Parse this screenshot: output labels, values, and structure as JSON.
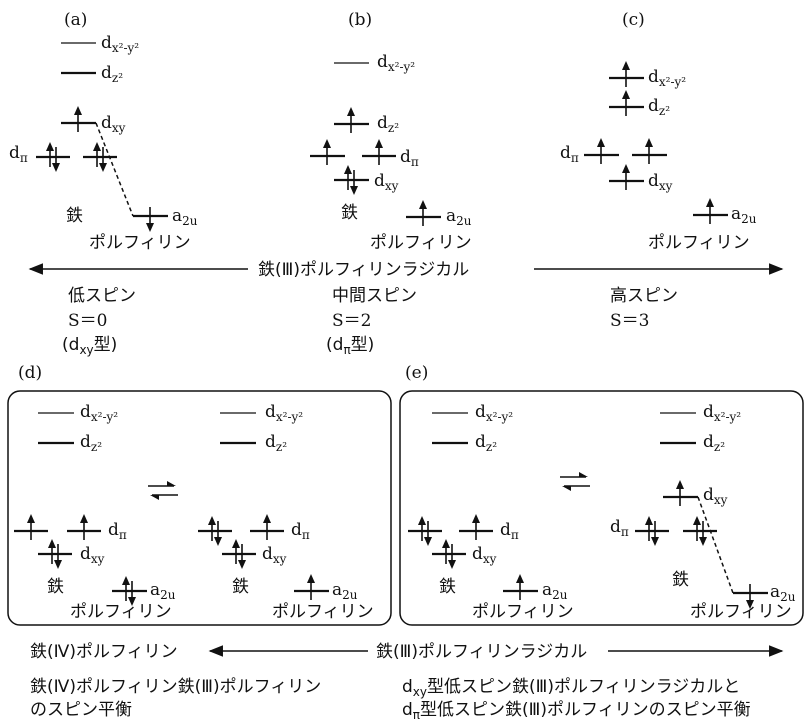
{
  "panels": {
    "a": {
      "label": "(a)"
    },
    "b": {
      "label": "(b)"
    },
    "c": {
      "label": "(c)"
    },
    "d": {
      "label": "(d)"
    },
    "e": {
      "label": "(e)"
    }
  },
  "orbitals": {
    "d": "d",
    "x2y2_sub": "x²-y²",
    "z2_sub": "z²",
    "xy_sub": "xy",
    "pi_sub": "π",
    "a2u_main": "a",
    "a2u_sub": "2u"
  },
  "labels": {
    "iron": "鉄",
    "porphyrin": "ポルフィリン"
  },
  "top_axis": {
    "center": "鉄(Ⅲ)ポルフィリンラジカル",
    "low_spin": "低スピン",
    "low_spin_S": "S＝0",
    "low_spin_type_pre": "(d",
    "low_spin_type_sub": "xy",
    "low_spin_type_post": "型)",
    "mid_spin": "中間スピン",
    "mid_spin_S": "S＝2",
    "mid_spin_type_pre": "(d",
    "mid_spin_type_sub": "π",
    "mid_spin_type_post": "型)",
    "high_spin": "高スピン",
    "high_spin_S": "S＝3"
  },
  "bottom_axis": {
    "left": "鉄(Ⅳ)ポルフィリン",
    "right": "鉄(Ⅲ)ポルフィリンラジカル"
  },
  "captions": {
    "d_line1": "鉄(Ⅳ)ポルフィリン鉄(Ⅲ)ポルフィリン",
    "d_line2": "のスピン平衡",
    "e_line1_pre": "d",
    "e_line1_sub": "xy",
    "e_line1_post": "型低スピン鉄(Ⅲ)ポルフィリンラジカルと",
    "e_line2_pre": "d",
    "e_line2_sub": "π",
    "e_line2_post": "型低スピン鉄(Ⅲ)ポルフィリンのスピン平衡"
  }
}
